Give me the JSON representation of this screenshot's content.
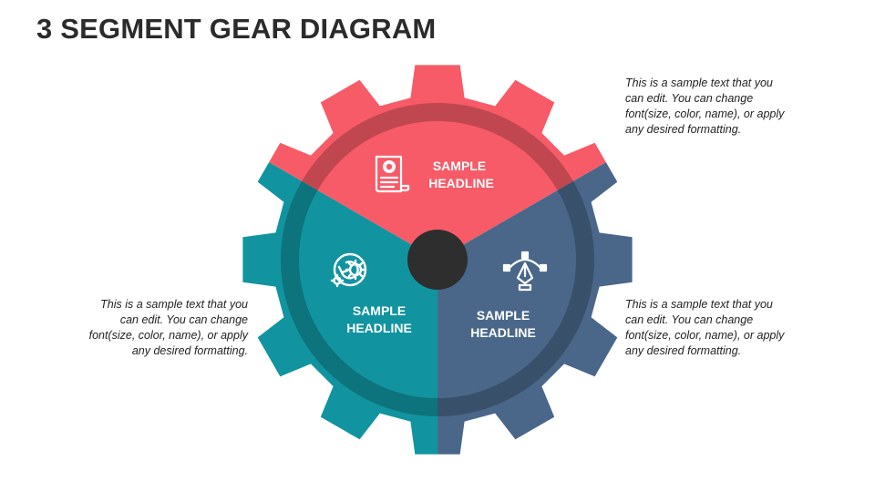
{
  "title": "3 SEGMENT GEAR DIAGRAM",
  "colors": {
    "segment_top": "#F75B67",
    "segment_left": "#11949F",
    "segment_right": "#4A6789",
    "hub": "#2E2E2E",
    "icon": "#ffffff"
  },
  "segments": [
    {
      "headline_line1": "SAMPLE",
      "headline_line2": "HEADLINE",
      "icon": "certificate-icon"
    },
    {
      "headline_line1": "SAMPLE",
      "headline_line2": "HEADLINE",
      "icon": "gears-cycle-icon"
    },
    {
      "headline_line1": "SAMPLE",
      "headline_line2": "HEADLINE",
      "icon": "pen-tool-icon"
    }
  ],
  "notes": {
    "top_right": "This is a sample text that you can edit. You can change font(size, color, name), or apply any desired formatting.",
    "bottom_left": "This is a sample text that you can edit. You can change font(size, color, name), or apply any desired formatting.",
    "bottom_right": "This is a sample text that you can edit. You can change font(size, color, name), or apply any desired formatting."
  }
}
